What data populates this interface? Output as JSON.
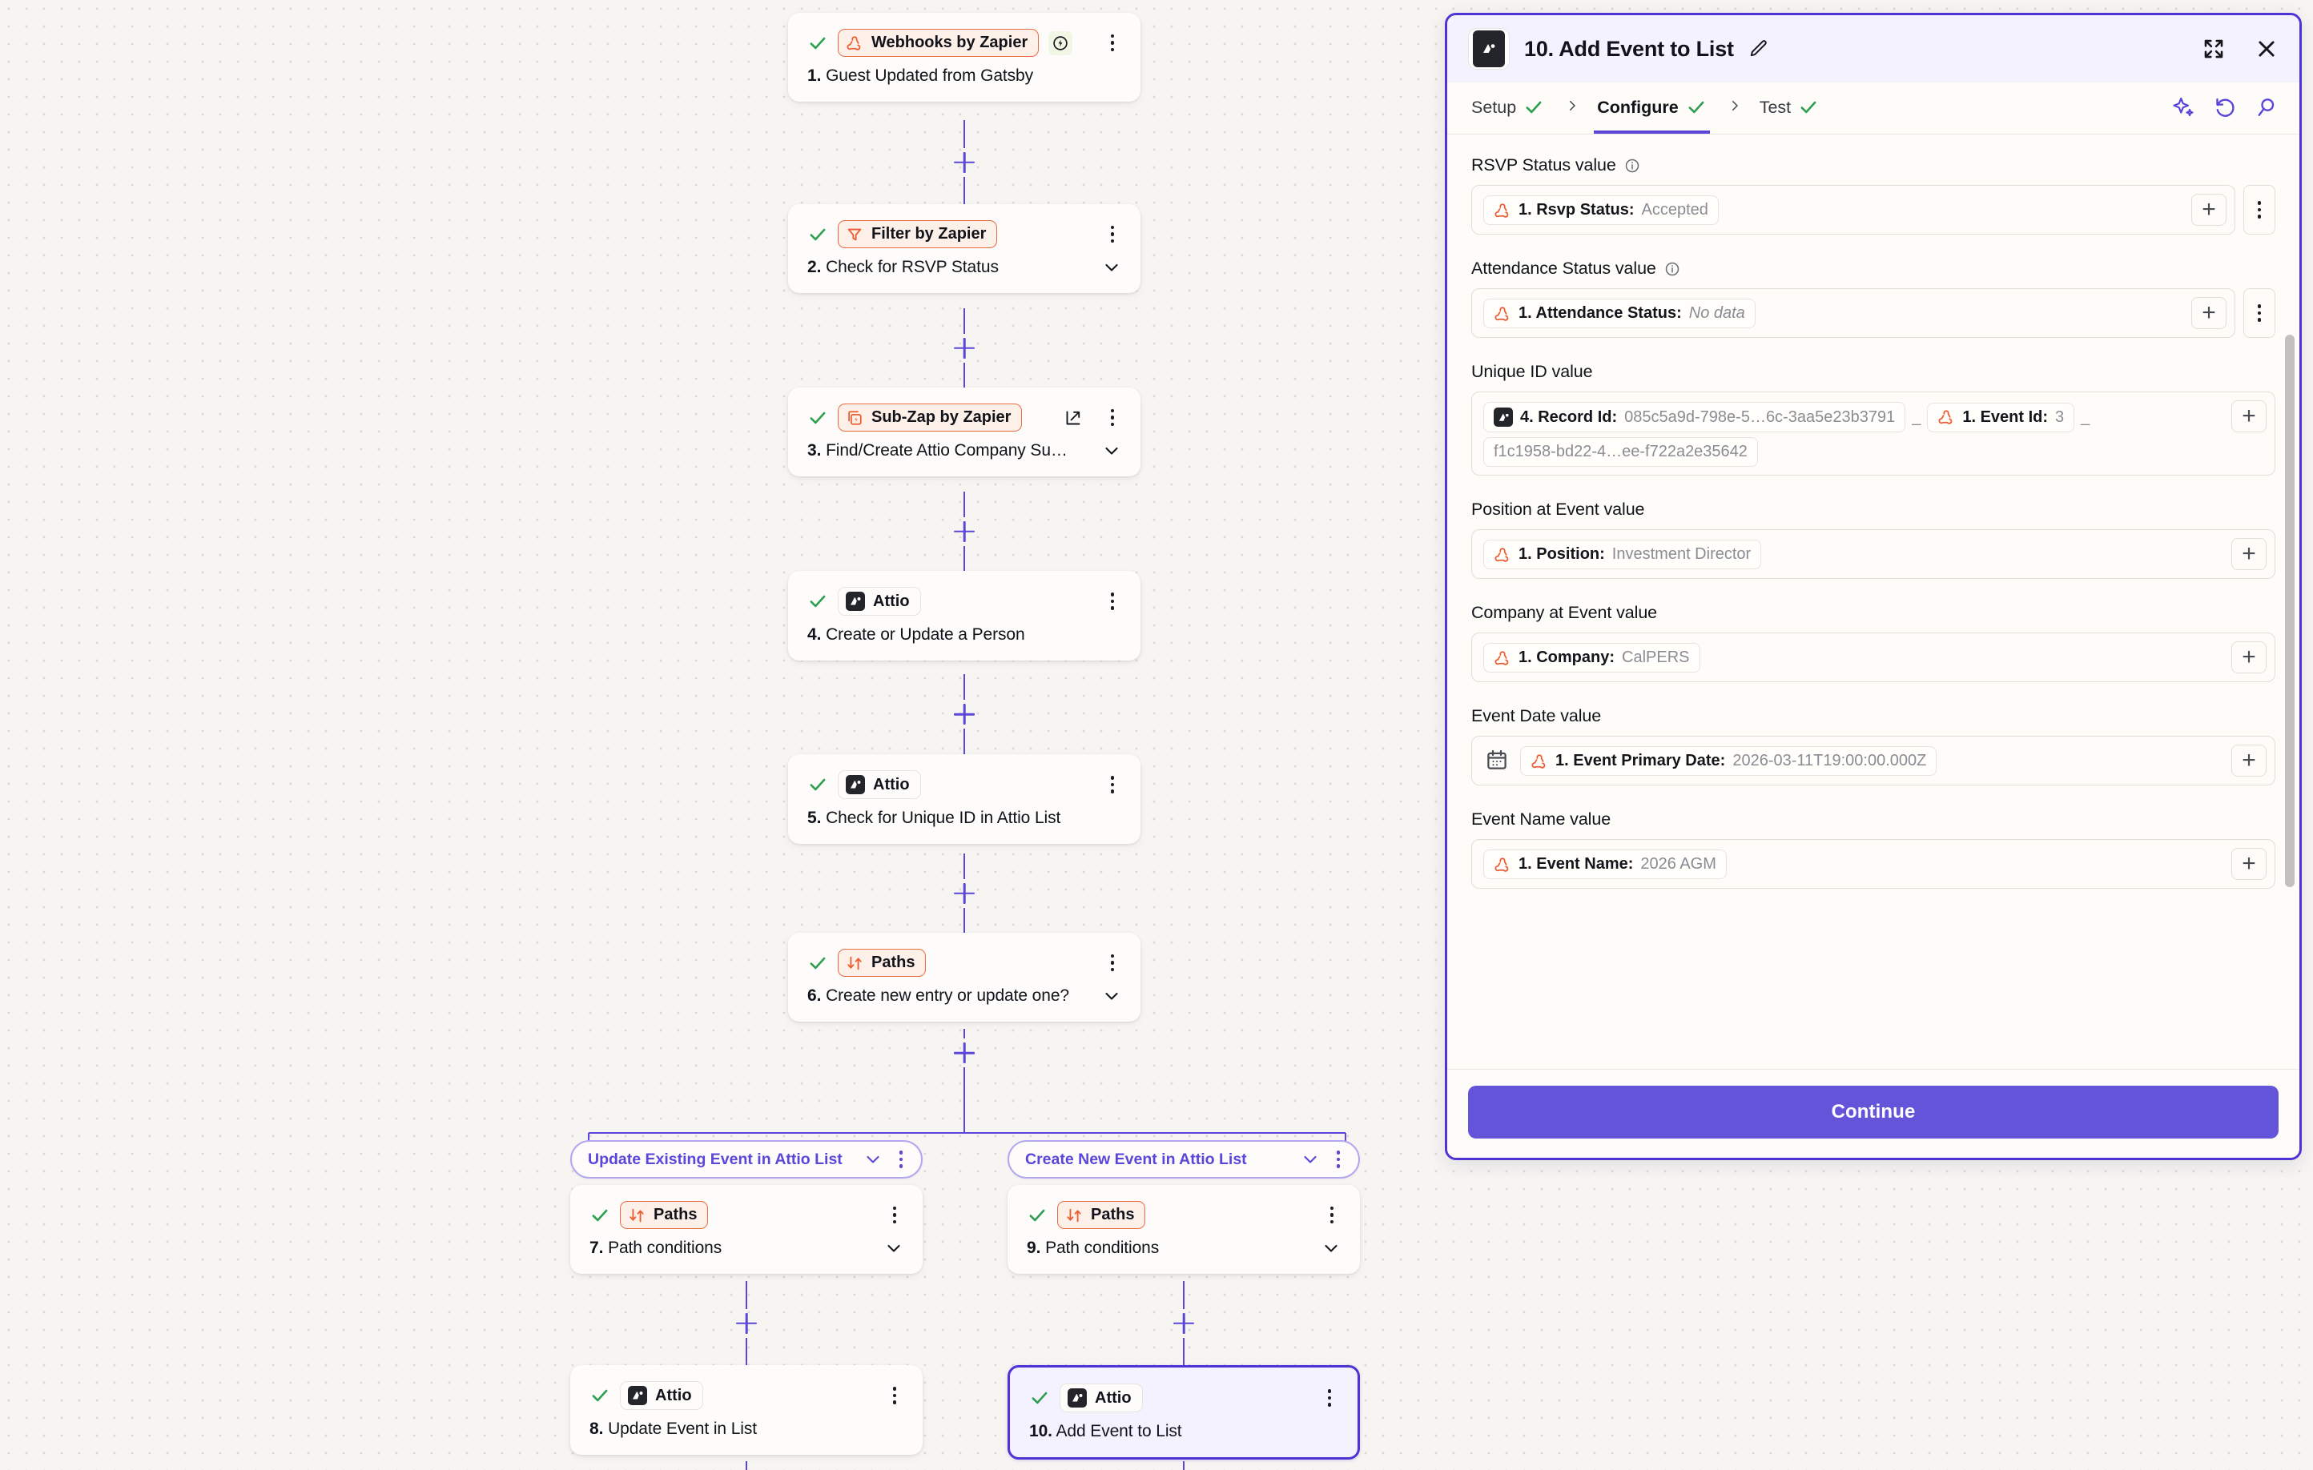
{
  "canvas": {
    "nodes": [
      {
        "id": "n1",
        "app": "Webhooks by Zapier",
        "app_style": "orange",
        "icon": "zapier-webhook-icon",
        "step": "1.",
        "title": "Guest Updated from Gatsby",
        "badge": "instant-bolt-icon",
        "has_chevron": false,
        "has_external": false,
        "selected": false
      },
      {
        "id": "n2",
        "app": "Filter by Zapier",
        "app_style": "orange",
        "icon": "filter-icon",
        "step": "2.",
        "title": "Check for RSVP Status",
        "badge": null,
        "has_chevron": true,
        "has_external": false,
        "selected": false
      },
      {
        "id": "n3",
        "app": "Sub-Zap by Zapier",
        "app_style": "orange",
        "icon": "sub-zap-icon",
        "step": "3.",
        "title": "Find/Create Attio Company Su…",
        "badge": null,
        "has_chevron": true,
        "has_external": true,
        "selected": false
      },
      {
        "id": "n4",
        "app": "Attio",
        "app_style": "plain",
        "icon": "attio-icon",
        "step": "4.",
        "title": "Create or Update a Person",
        "badge": null,
        "has_chevron": false,
        "has_external": false,
        "selected": false
      },
      {
        "id": "n5",
        "app": "Attio",
        "app_style": "plain",
        "icon": "attio-icon",
        "step": "5.",
        "title": "Check for Unique ID in Attio List",
        "badge": null,
        "has_chevron": false,
        "has_external": false,
        "selected": false
      },
      {
        "id": "n6",
        "app": "Paths",
        "app_style": "orange",
        "icon": "paths-icon",
        "step": "6.",
        "title": "Create new entry or update one?",
        "badge": null,
        "has_chevron": true,
        "has_external": false,
        "selected": false
      },
      {
        "id": "n7",
        "app": "Paths",
        "app_style": "orange",
        "icon": "paths-icon",
        "step": "7.",
        "title": "Path conditions",
        "badge": null,
        "has_chevron": true,
        "has_external": false,
        "selected": false
      },
      {
        "id": "n8",
        "app": "Attio",
        "app_style": "plain",
        "icon": "attio-icon",
        "step": "8.",
        "title": "Update Event in List",
        "badge": null,
        "has_chevron": false,
        "has_external": false,
        "selected": false
      },
      {
        "id": "n9",
        "app": "Paths",
        "app_style": "orange",
        "icon": "paths-icon",
        "step": "9.",
        "title": "Path conditions",
        "badge": null,
        "has_chevron": true,
        "has_external": false,
        "selected": false
      },
      {
        "id": "n10",
        "app": "Attio",
        "app_style": "plain",
        "icon": "attio-icon",
        "step": "10.",
        "title": "Add Event to List",
        "badge": null,
        "has_chevron": false,
        "has_external": false,
        "selected": true
      }
    ],
    "path_branches": [
      {
        "id": "pb-left",
        "label": "Update Existing Event in Attio List"
      },
      {
        "id": "pb-right",
        "label": "Create New Event in Attio List"
      }
    ]
  },
  "panel": {
    "header": {
      "app_icon": "attio-icon",
      "title": "10. Add Event to List",
      "edit_icon": "pencil-icon",
      "expand_icon": "expand-icon",
      "close_icon": "close-icon"
    },
    "tabs": [
      {
        "label": "Setup",
        "done": true,
        "active": false
      },
      {
        "label": "Configure",
        "done": true,
        "active": true
      },
      {
        "label": "Test",
        "done": true,
        "active": false
      }
    ],
    "tab_actions": [
      {
        "name": "ai-sparkle-icon"
      },
      {
        "name": "undo-icon"
      },
      {
        "name": "search-icon"
      }
    ],
    "fields": [
      {
        "id": "rsvp-status",
        "label": "RSVP Status value",
        "has_info": true,
        "has_leading_icon": false,
        "has_kebab": true,
        "tokens": [
          {
            "icon": "zapier-icon",
            "label": "1. Rsvp Status:",
            "value": "Accepted",
            "italic": false
          }
        ]
      },
      {
        "id": "attendance-status",
        "label": "Attendance Status value",
        "has_info": true,
        "has_leading_icon": false,
        "has_kebab": true,
        "tokens": [
          {
            "icon": "zapier-icon",
            "label": "1. Attendance Status:",
            "value": "No data",
            "italic": true
          }
        ]
      },
      {
        "id": "unique-id",
        "label": "Unique ID value",
        "has_info": false,
        "has_leading_icon": false,
        "has_kebab": false,
        "separator": "_",
        "tokens": [
          {
            "icon": "attio-icon",
            "label": "4. Record Id:",
            "value": "085c5a9d-798e-5…6c-3aa5e23b3791",
            "italic": false
          },
          {
            "icon": "zapier-icon",
            "label": "1. Event Id:",
            "value": "3",
            "italic": false
          },
          {
            "icon": null,
            "label": "",
            "value": "f1c1958-bd22-4…ee-f722a2e35642",
            "italic": false
          }
        ]
      },
      {
        "id": "position-at-event",
        "label": "Position at Event value",
        "has_info": false,
        "has_leading_icon": false,
        "has_kebab": false,
        "tokens": [
          {
            "icon": "zapier-icon",
            "label": "1. Position:",
            "value": "Investment Director",
            "italic": false
          }
        ]
      },
      {
        "id": "company-at-event",
        "label": "Company at Event value",
        "has_info": false,
        "has_leading_icon": false,
        "has_kebab": false,
        "tokens": [
          {
            "icon": "zapier-icon",
            "label": "1. Company:",
            "value": "CalPERS",
            "italic": false
          }
        ]
      },
      {
        "id": "event-date",
        "label": "Event Date value",
        "has_info": false,
        "has_leading_icon": true,
        "leading_icon": "calendar-icon",
        "has_kebab": false,
        "tokens": [
          {
            "icon": "zapier-icon",
            "label": "1. Event Primary Date:",
            "value": "2026-03-11T19:00:00.000Z",
            "italic": false
          }
        ]
      },
      {
        "id": "event-name",
        "label": "Event Name value",
        "has_info": false,
        "has_leading_icon": false,
        "has_kebab": false,
        "tokens": [
          {
            "icon": "zapier-icon",
            "label": "1. Event Name:",
            "value": "2026 AGM",
            "italic": false
          }
        ]
      }
    ],
    "footer": {
      "continue_label": "Continue"
    }
  },
  "colors": {
    "accent": "#5b46d9",
    "accent_button": "#6354da",
    "zapier_orange": "#eb6b42",
    "check_green": "#2f9e4f",
    "canvas_bg": "#f6f5f2",
    "panel_bg": "#fdfcf8",
    "panel_header_bg": "#f4f2fe",
    "attio_dark": "#24242b"
  }
}
